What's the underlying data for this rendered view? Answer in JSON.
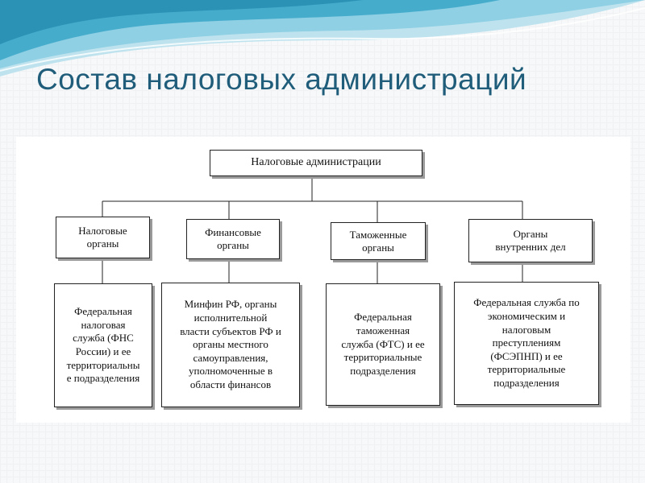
{
  "slide": {
    "title": "Состав налоговых администраций"
  },
  "diagram": {
    "root": "Налоговые администрации",
    "branches": [
      {
        "label_lines": [
          "Налоговые",
          "органы"
        ],
        "detail_lines": [
          "Федеральная",
          "налоговая",
          "служба (ФНС",
          "России) и ее",
          "территориальны",
          "е подразделения"
        ]
      },
      {
        "label_lines": [
          "Финансовые",
          "органы"
        ],
        "detail_lines": [
          "Минфин РФ, органы",
          "исполнительной",
          "власти субъектов РФ и",
          "органы местного",
          "самоуправления,",
          "уполномоченные в",
          "области финансов"
        ]
      },
      {
        "label_lines": [
          "Таможенные",
          "органы"
        ],
        "detail_lines": [
          "Федеральная",
          "таможенная",
          "служба (ФТС) и ее",
          "территориальные",
          "подразделения"
        ]
      },
      {
        "label_lines": [
          "Органы",
          "внутренних дел"
        ],
        "detail_lines": [
          "Федеральная служба по",
          "экономическим и",
          "налоговым",
          "преступлениям",
          "(ФСЭПНП) и ее",
          "территориальные",
          "подразделения"
        ]
      }
    ]
  },
  "colors": {
    "title": "#1f5d7a",
    "wave_dark": "#3aa6c8",
    "wave_light": "#bfe3ee",
    "box_border": "#222222",
    "box_shadow": "#9a9a9a"
  }
}
